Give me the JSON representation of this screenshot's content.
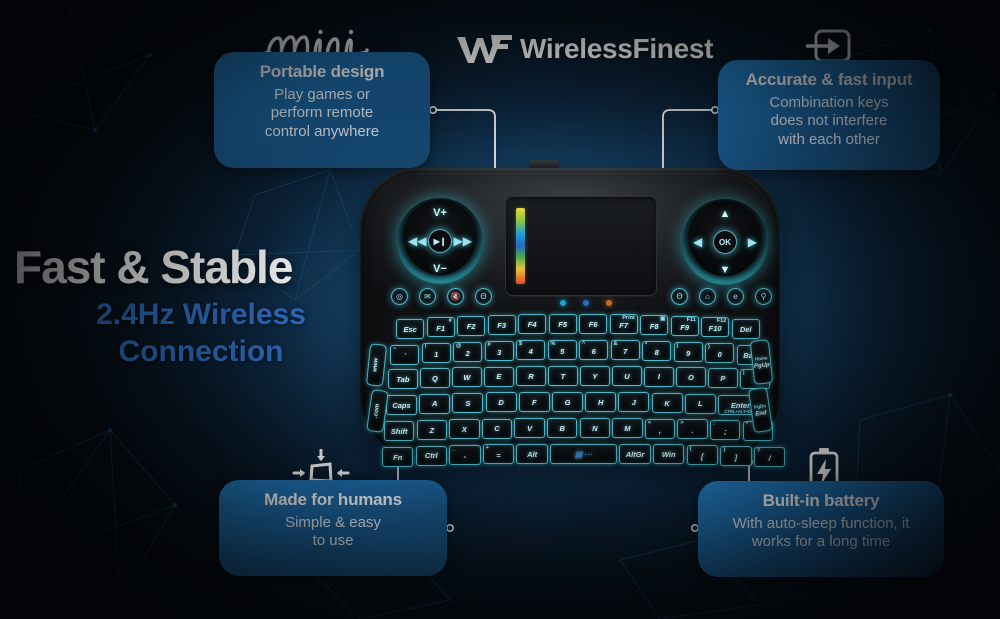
{
  "brand": {
    "logo_mark": "wf-monogram",
    "name": "WirelessFinest"
  },
  "headline": {
    "line1": "Fast & Stable",
    "line2": "2.4Hz Wireless",
    "line3": "Connection"
  },
  "cards": {
    "portable": {
      "icon": "mini-script-icon",
      "icon_label": "mini",
      "title": "Portable design",
      "desc_line1": "Play games or",
      "desc_line2": "perform remote",
      "desc_line3": "control anywhere"
    },
    "input": {
      "icon": "enter-input-arrow-icon",
      "title": "Accurate & fast input",
      "desc_line1": "Combination keys",
      "desc_line2": "does not interfere",
      "desc_line3": "with each other"
    },
    "humans": {
      "icon": "ergonomic-compress-arrows-icon",
      "title": "Made for humans",
      "desc_line1": "Simple & easy",
      "desc_line2": "to use"
    },
    "battery": {
      "icon": "battery-bolt-icon",
      "title": "Built-in battery",
      "desc_line1": "With auto-sleep function, it",
      "desc_line2": "works for a long time"
    }
  },
  "colors": {
    "card_blue": "#2480c4",
    "accent_blue": "#2f6fc4",
    "key_glow": "#5cd6e8",
    "background": "#0a0d12"
  },
  "keyboard": {
    "dpad_left": {
      "up": "V+",
      "down": "V−",
      "left": "◀◀",
      "right": "▶▶",
      "center": "▶❙"
    },
    "dpad_right": {
      "up": "▲",
      "down": "▼",
      "left": "◀",
      "right": "▶",
      "center": "OK"
    },
    "icons_left": [
      "media-icon",
      "mail-icon",
      "mute-icon",
      "lock-icon"
    ],
    "icons_left_glyphs": [
      "◎",
      "✉",
      "🔇",
      "Θ"
    ],
    "icons_right": [
      "lock-icon",
      "home-icon",
      "browser-e-icon",
      "search-icon"
    ],
    "icons_right_glyphs": [
      "Θ",
      "⌂",
      "e",
      "⚲"
    ],
    "leds": [
      {
        "name": "led-cyan",
        "color": "#17a6d6"
      },
      {
        "name": "led-blue",
        "color": "#2a6fc0"
      },
      {
        "name": "led-orange",
        "color": "#c96a2a"
      }
    ],
    "touchpad": {
      "name": "touchpad",
      "strip": "rainbow-gradient-strip"
    },
    "side_keys_left": [
      "www",
      ".com"
    ],
    "side_keys_right": [
      {
        "top": "Home",
        "main": "PgUp"
      },
      {
        "top": "PgDn",
        "main": "End"
      }
    ],
    "rows": [
      {
        "name": "function-row",
        "keys": [
          {
            "label": "Esc"
          },
          {
            "label": "F1",
            "sup_r": "#"
          },
          {
            "label": "F2"
          },
          {
            "label": "F3"
          },
          {
            "label": "F4"
          },
          {
            "label": "F5"
          },
          {
            "label": "F6"
          },
          {
            "label": "F7",
            "sup_r": "Print"
          },
          {
            "label": "F8",
            "sup_r": "▣"
          },
          {
            "label": "F9",
            "sup_r": "F11"
          },
          {
            "label": "F10",
            "sup_r": "F12"
          },
          {
            "label": "Del"
          }
        ]
      },
      {
        "name": "number-row",
        "keys": [
          {
            "label": "`",
            "sup": "~"
          },
          {
            "label": "1",
            "sup": "!"
          },
          {
            "label": "2",
            "sup": "@"
          },
          {
            "label": "3",
            "sup": "#"
          },
          {
            "label": "4",
            "sup": "$"
          },
          {
            "label": "5",
            "sup": "%"
          },
          {
            "label": "6",
            "sup": "^"
          },
          {
            "label": "7",
            "sup": "&"
          },
          {
            "label": "8",
            "sup": "*"
          },
          {
            "label": "9",
            "sup": "("
          },
          {
            "label": "0",
            "sup": ")"
          },
          {
            "label": "Back"
          }
        ]
      },
      {
        "name": "qwerty-row",
        "keys": [
          {
            "label": "Tab"
          },
          {
            "label": "Q"
          },
          {
            "label": "W"
          },
          {
            "label": "E"
          },
          {
            "label": "R"
          },
          {
            "label": "T"
          },
          {
            "label": "Y"
          },
          {
            "label": "U"
          },
          {
            "label": "I"
          },
          {
            "label": "O"
          },
          {
            "label": "P"
          },
          {
            "label": "\\",
            "sup": "|"
          }
        ]
      },
      {
        "name": "home-row",
        "keys": [
          {
            "label": "Caps"
          },
          {
            "label": "A"
          },
          {
            "label": "S"
          },
          {
            "label": "D"
          },
          {
            "label": "F"
          },
          {
            "label": "G"
          },
          {
            "label": "H"
          },
          {
            "label": "J"
          },
          {
            "label": "K"
          },
          {
            "label": "L"
          },
          {
            "label": "Enter",
            "sub_text": "CTRL+ALT+DEL"
          }
        ]
      },
      {
        "name": "shift-row",
        "keys": [
          {
            "label": "Shift"
          },
          {
            "label": "Z"
          },
          {
            "label": "X"
          },
          {
            "label": "C"
          },
          {
            "label": "V"
          },
          {
            "label": "B"
          },
          {
            "label": "N"
          },
          {
            "label": "M"
          },
          {
            "label": ",",
            "sup": "<"
          },
          {
            "label": ".",
            "sup": ">"
          },
          {
            "label": ";",
            "sup": ":"
          },
          {
            "label": "'",
            "sup": "\""
          }
        ]
      },
      {
        "name": "bottom-row",
        "keys": [
          {
            "label": "Fn"
          },
          {
            "label": "Ctrl"
          },
          {
            "label": "-",
            "sup": "_"
          },
          {
            "label": "=",
            "sup": "+"
          },
          {
            "label": "Alt"
          },
          {
            "label": "space"
          },
          {
            "label": "AltGr"
          },
          {
            "label": "Win"
          },
          {
            "label": "[",
            "sup": "{"
          },
          {
            "label": "]",
            "sup": "}"
          },
          {
            "label": "/",
            "sup": "?"
          }
        ]
      }
    ]
  }
}
